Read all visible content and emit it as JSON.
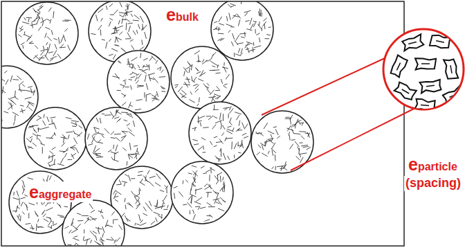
{
  "diagram": {
    "labels": [
      "ebulk",
      "eaggregate",
      "eparticle",
      "(spacing)"
    ]
  }
}
